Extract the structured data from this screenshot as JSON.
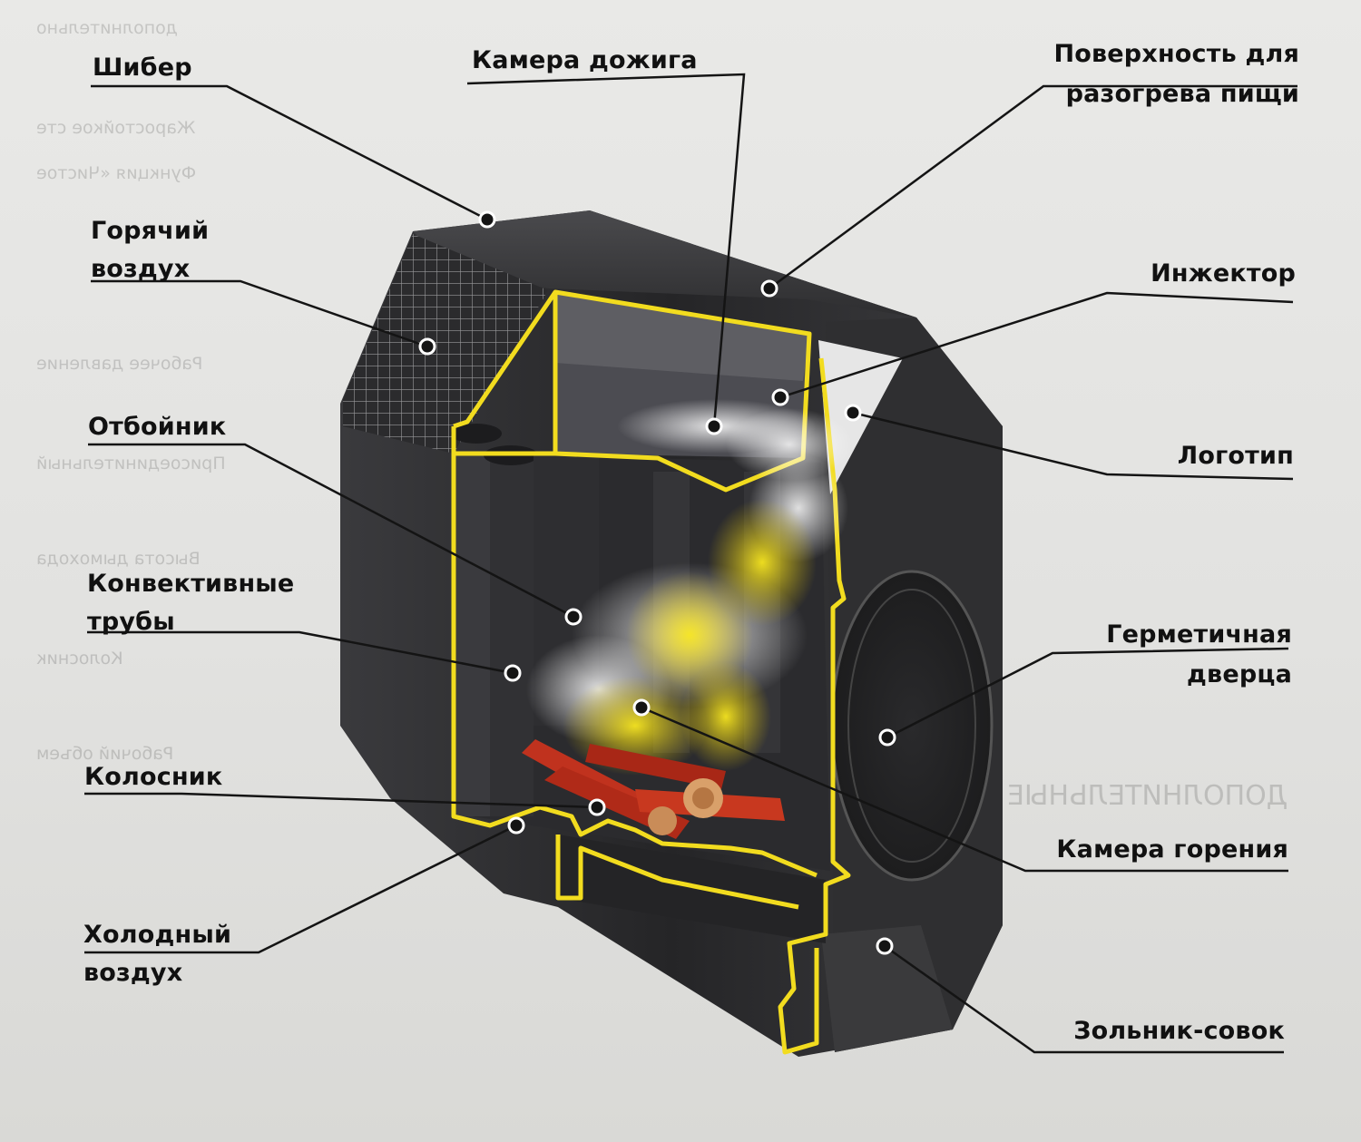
{
  "labels": {
    "shiber": "Шибер",
    "kamera_dozhiga": "Камера дожига",
    "poverkhnost": "Поверхность для\nразогрева пищи",
    "goryachiy_vozdukh": "Горячий\nвоздух",
    "inzhektor": "Инжектор",
    "otboynik": "Отбойник",
    "logotip": "Логотип",
    "konvektivnye_truby": "Конвективные\nтрубы",
    "germetichnaya_dverca": "Герметичная\nдверца",
    "kolosnik": "Колосник",
    "kamera_goreniya": "Камера горения",
    "kholodnyy_vozdukh": "Холодный\nвоздух",
    "zolnik_sovok": "Зольник-совок"
  },
  "colors": {
    "outline": "#f2dc1f",
    "stove_body": "#2c2c2e",
    "leader": "#141414",
    "fire": "#c0321e"
  }
}
